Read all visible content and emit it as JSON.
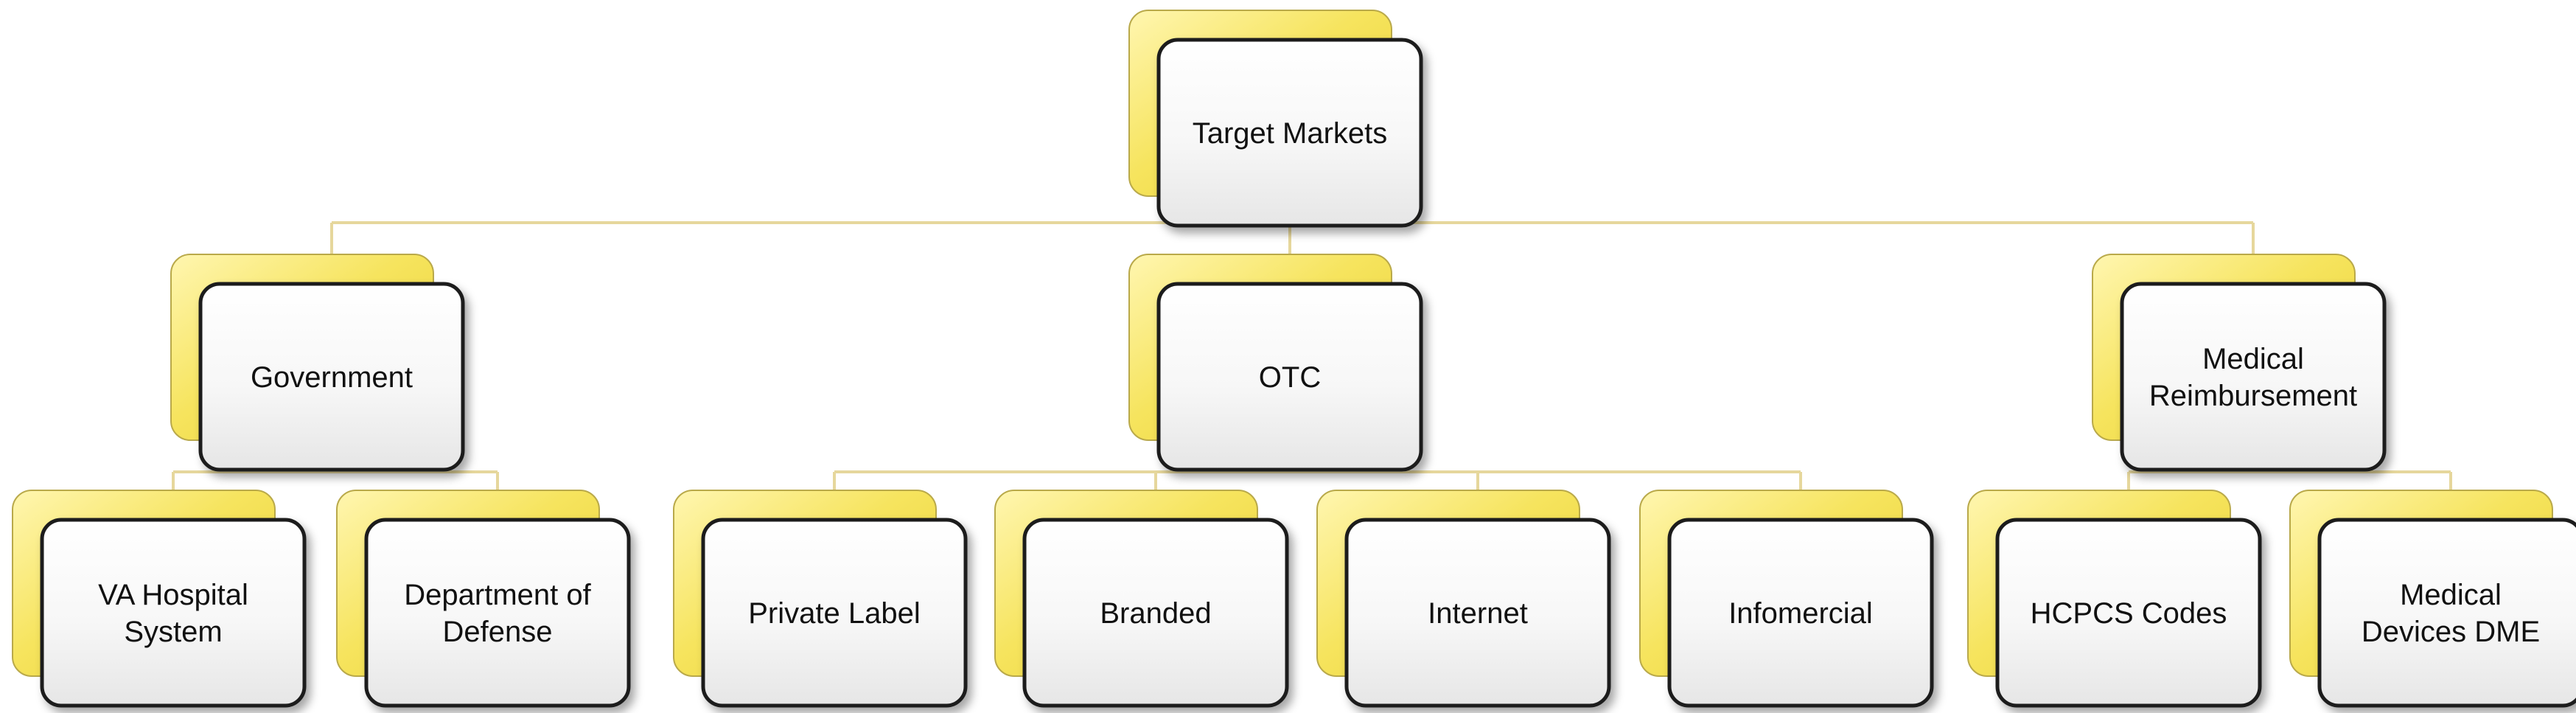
{
  "diagram": {
    "root": {
      "id": "target-markets",
      "label": [
        "Target Markets"
      ],
      "children": [
        {
          "id": "government",
          "label": [
            "Government"
          ],
          "children": [
            {
              "id": "va-hospital-system",
              "label": [
                "VA Hospital",
                "System"
              ]
            },
            {
              "id": "department-of-defense",
              "label": [
                "Department of",
                "Defense"
              ]
            }
          ]
        },
        {
          "id": "otc",
          "label": [
            "OTC"
          ],
          "children": [
            {
              "id": "private-label",
              "label": [
                "Private Label"
              ]
            },
            {
              "id": "branded",
              "label": [
                "Branded"
              ]
            },
            {
              "id": "internet",
              "label": [
                "Internet"
              ]
            },
            {
              "id": "infomercial",
              "label": [
                "Infomercial"
              ]
            }
          ]
        },
        {
          "id": "medical-reimbursement",
          "label": [
            "Medical",
            "Reimbursement"
          ],
          "children": [
            {
              "id": "hcpcs-codes",
              "label": [
                "HCPCS Codes"
              ]
            },
            {
              "id": "medical-devices-dme",
              "label": [
                "Medical",
                "Devices DME"
              ]
            }
          ]
        }
      ]
    },
    "colors": {
      "back_card": "#f4e15c",
      "front_card_border": "#1f1f1f",
      "connector": "#e6d79c",
      "text": "#111111"
    }
  }
}
